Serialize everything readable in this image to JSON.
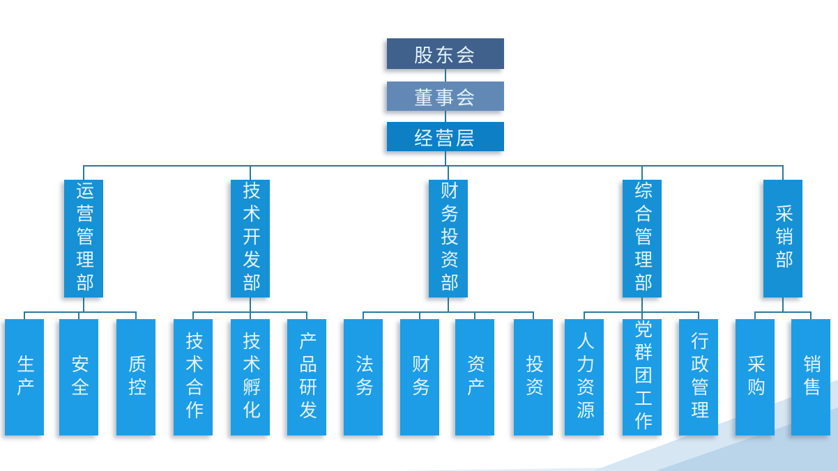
{
  "diagram": {
    "type": "org-chart",
    "top_levels": [
      {
        "label": "股东会"
      },
      {
        "label": "董事会"
      },
      {
        "label": "经营层"
      }
    ],
    "departments": [
      {
        "label": "运营管理部",
        "children": [
          "生产",
          "安全",
          "质控"
        ]
      },
      {
        "label": "技术开发部",
        "children": [
          "技术合作",
          "技术孵化",
          "产品研发"
        ]
      },
      {
        "label": "财务投资部",
        "children": [
          "法务",
          "财务",
          "资产",
          "投资"
        ]
      },
      {
        "label": "综合管理部",
        "children": [
          "人力资源",
          "党群团工作",
          "行政管理"
        ]
      },
      {
        "label": "采销部",
        "children": [
          "采购",
          "销售"
        ]
      }
    ],
    "colors": {
      "box_shareholders": "#40618c",
      "box_board": "#6289b6",
      "box_management": "#0d7fc4",
      "box_department": "#1691d6",
      "box_subunit": "#1d9de6",
      "connector": "#2b7898",
      "label_text": "#e4f2fc",
      "decor_light": "#d6e6f3",
      "decor_mid": "#b7d1e9",
      "decor_strip": "#e3eef7"
    }
  }
}
